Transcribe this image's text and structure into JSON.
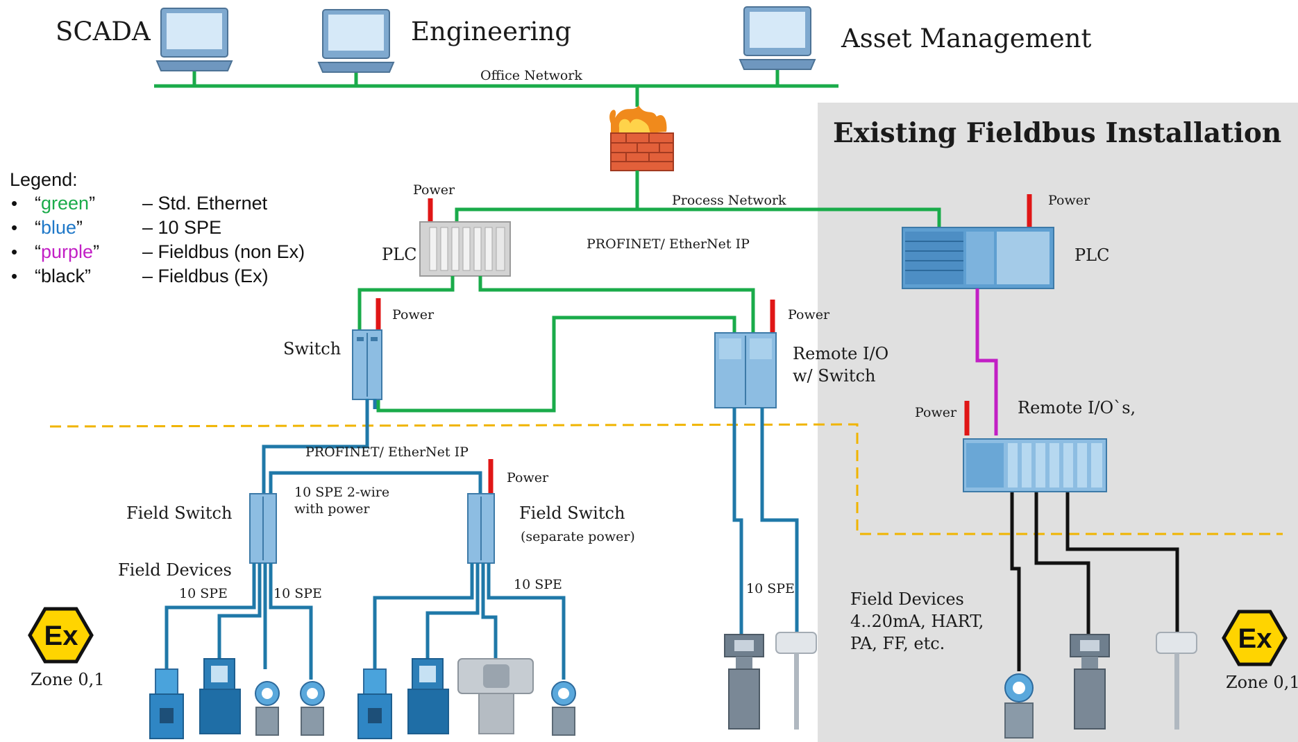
{
  "top": {
    "scada": "SCADA",
    "engineering": "Engineering",
    "asset_management": "Asset Management",
    "office_network": "Office Network"
  },
  "existing": {
    "title": "Existing Fieldbus Installation"
  },
  "legend": {
    "title": "Legend:",
    "items": [
      {
        "name": "green",
        "desc": "– Std. Ethernet",
        "color": "#1aab4a"
      },
      {
        "name": "blue",
        "desc": "– 10 SPE",
        "color": "#1f78a8"
      },
      {
        "name": "purple",
        "desc": "– Fieldbus (non Ex)",
        "color": "#c21fc5"
      },
      {
        "name": "black",
        "desc": "– Fieldbus (Ex)",
        "color": "#111111"
      }
    ]
  },
  "labels": {
    "power": "Power",
    "process_network": "Process Network",
    "profinet": "PROFINET/  EtherNet IP",
    "plc": "PLC",
    "switch": "Switch",
    "remote_io_1": "Remote I/O",
    "remote_io_2": "w/ Switch",
    "remote_ios": "Remote I/O`s,",
    "field_switch": "Field Switch",
    "separate_power": "(separate power)",
    "spe_2wire_1": "10 SPE 2-wire",
    "spe_2wire_2": "with power",
    "field_devices": "Field Devices",
    "spe": "10 SPE",
    "fd_right_1": "Field Devices",
    "fd_right_2": "4..20mA, HART,",
    "fd_right_3": "PA, FF, etc.",
    "zone": "Zone 0,1",
    "ex": "Ex"
  },
  "colors": {
    "ethernet": "#1aab4a",
    "spe": "#1f78a8",
    "fieldbus_non_ex": "#c21fc5",
    "fieldbus_ex": "#111111",
    "power": "#e01616",
    "zone_border": "#f0b400",
    "existing_bg": "#e0e0e0"
  }
}
